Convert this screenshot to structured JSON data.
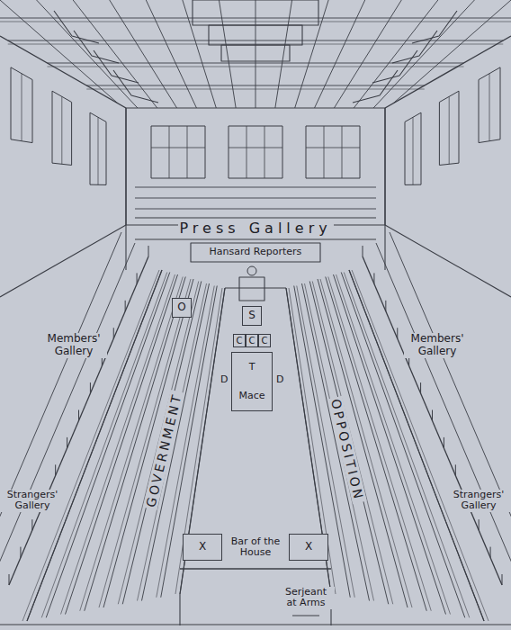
{
  "diagram": {
    "nodes": [
      {
        "text": [
          "O"
        ]
      },
      {
        "text": [
          "S"
        ]
      },
      {
        "text": [
          "C"
        ]
      },
      {
        "text": [
          "C"
        ]
      },
      {
        "text": [
          "C"
        ]
      },
      {
        "text": [
          "T",
          "Mace"
        ]
      },
      {
        "text": [
          "X"
        ]
      },
      {
        "text": [
          "X"
        ]
      }
    ],
    "labels": [
      "Press Gallery",
      "Hansard Reporters",
      "Members' Gallery",
      "Members' Gallery",
      "Strangers' Gallery",
      "Strangers' Gallery",
      "GOVERNMENT",
      "OPPOSITION",
      "D",
      "D",
      "Bar of the House",
      "Serjeant at Arms"
    ]
  }
}
